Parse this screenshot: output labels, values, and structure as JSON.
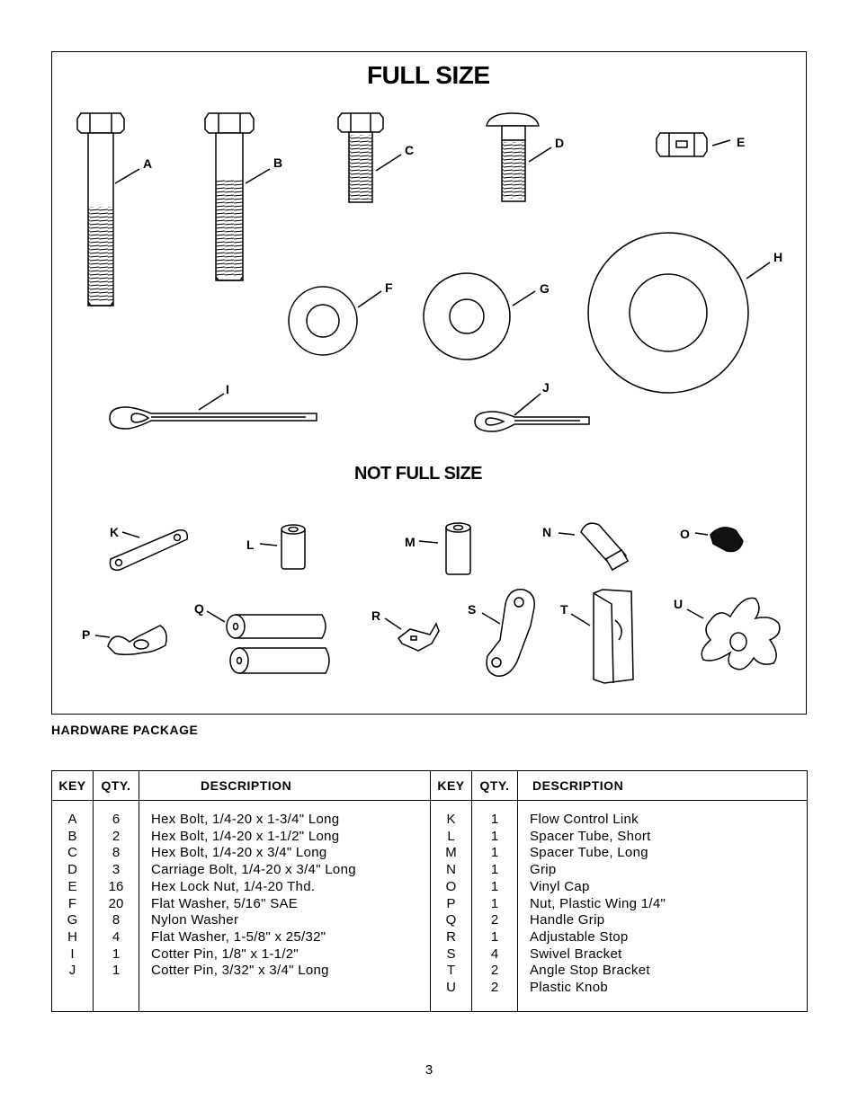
{
  "figure": {
    "heading_full": "FULL SIZE",
    "heading_not_full": "NOT FULL SIZE",
    "keys": [
      "A",
      "B",
      "C",
      "D",
      "E",
      "F",
      "G",
      "H",
      "I",
      "J",
      "K",
      "L",
      "M",
      "N",
      "O",
      "P",
      "Q",
      "R",
      "S",
      "T",
      "U"
    ]
  },
  "caption": "HARDWARE PACKAGE",
  "table": {
    "headers": {
      "key": "KEY",
      "qty": "QTY.",
      "description": "DESCRIPTION"
    },
    "left": [
      {
        "key": "A",
        "qty": "6",
        "description": "Hex Bolt, 1/4-20 x 1-3/4\" Long"
      },
      {
        "key": "B",
        "qty": "2",
        "description": "Hex Bolt, 1/4-20 x 1-1/2\" Long"
      },
      {
        "key": "C",
        "qty": "8",
        "description": "Hex Bolt, 1/4-20 x 3/4\" Long"
      },
      {
        "key": "D",
        "qty": "3",
        "description": "Carriage Bolt, 1/4-20 x 3/4\" Long"
      },
      {
        "key": "E",
        "qty": "16",
        "description": "Hex Lock Nut, 1/4-20 Thd."
      },
      {
        "key": "F",
        "qty": "20",
        "description": "Flat Washer, 5/16\" SAE"
      },
      {
        "key": "G",
        "qty": "8",
        "description": "Nylon Washer"
      },
      {
        "key": "H",
        "qty": "4",
        "description": "Flat Washer, 1-5/8\" x 25/32\""
      },
      {
        "key": "I",
        "qty": "1",
        "description": "Cotter Pin, 1/8\" x 1-1/2\""
      },
      {
        "key": "J",
        "qty": "1",
        "description": "Cotter Pin, 3/32\" x 3/4\" Long"
      }
    ],
    "right": [
      {
        "key": "K",
        "qty": "1",
        "description": "Flow Control Link"
      },
      {
        "key": "L",
        "qty": "1",
        "description": "Spacer Tube, Short"
      },
      {
        "key": "M",
        "qty": "1",
        "description": "Spacer Tube, Long"
      },
      {
        "key": "N",
        "qty": "1",
        "description": "Grip"
      },
      {
        "key": "O",
        "qty": "1",
        "description": "Vinyl Cap"
      },
      {
        "key": "P",
        "qty": "1",
        "description": "Nut, Plastic Wing 1/4\""
      },
      {
        "key": "Q",
        "qty": "2",
        "description": "Handle Grip"
      },
      {
        "key": "R",
        "qty": "1",
        "description": "Adjustable Stop"
      },
      {
        "key": "S",
        "qty": "4",
        "description": "Swivel Bracket"
      },
      {
        "key": "T",
        "qty": "2",
        "description": "Angle Stop Bracket"
      },
      {
        "key": "U",
        "qty": "2",
        "description": "Plastic Knob"
      }
    ]
  },
  "page_number": "3"
}
